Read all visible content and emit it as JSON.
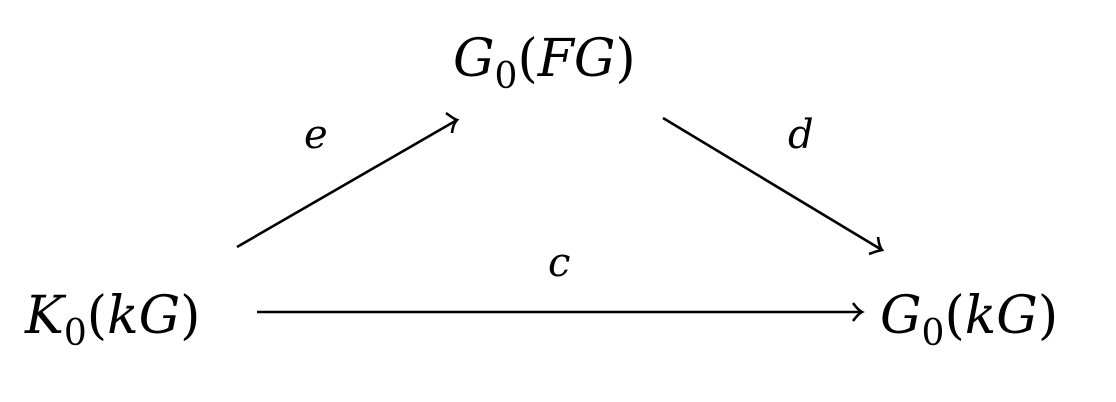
{
  "nodes": {
    "top": {
      "symbol": "G",
      "subscript": "0",
      "arg": "FG"
    },
    "left": {
      "symbol": "K",
      "subscript": "0",
      "arg": "kG"
    },
    "right": {
      "symbol": "G",
      "subscript": "0",
      "arg": "kG"
    }
  },
  "arrows": {
    "e": {
      "label": "e"
    },
    "d": {
      "label": "d"
    },
    "c": {
      "label": "c"
    }
  }
}
